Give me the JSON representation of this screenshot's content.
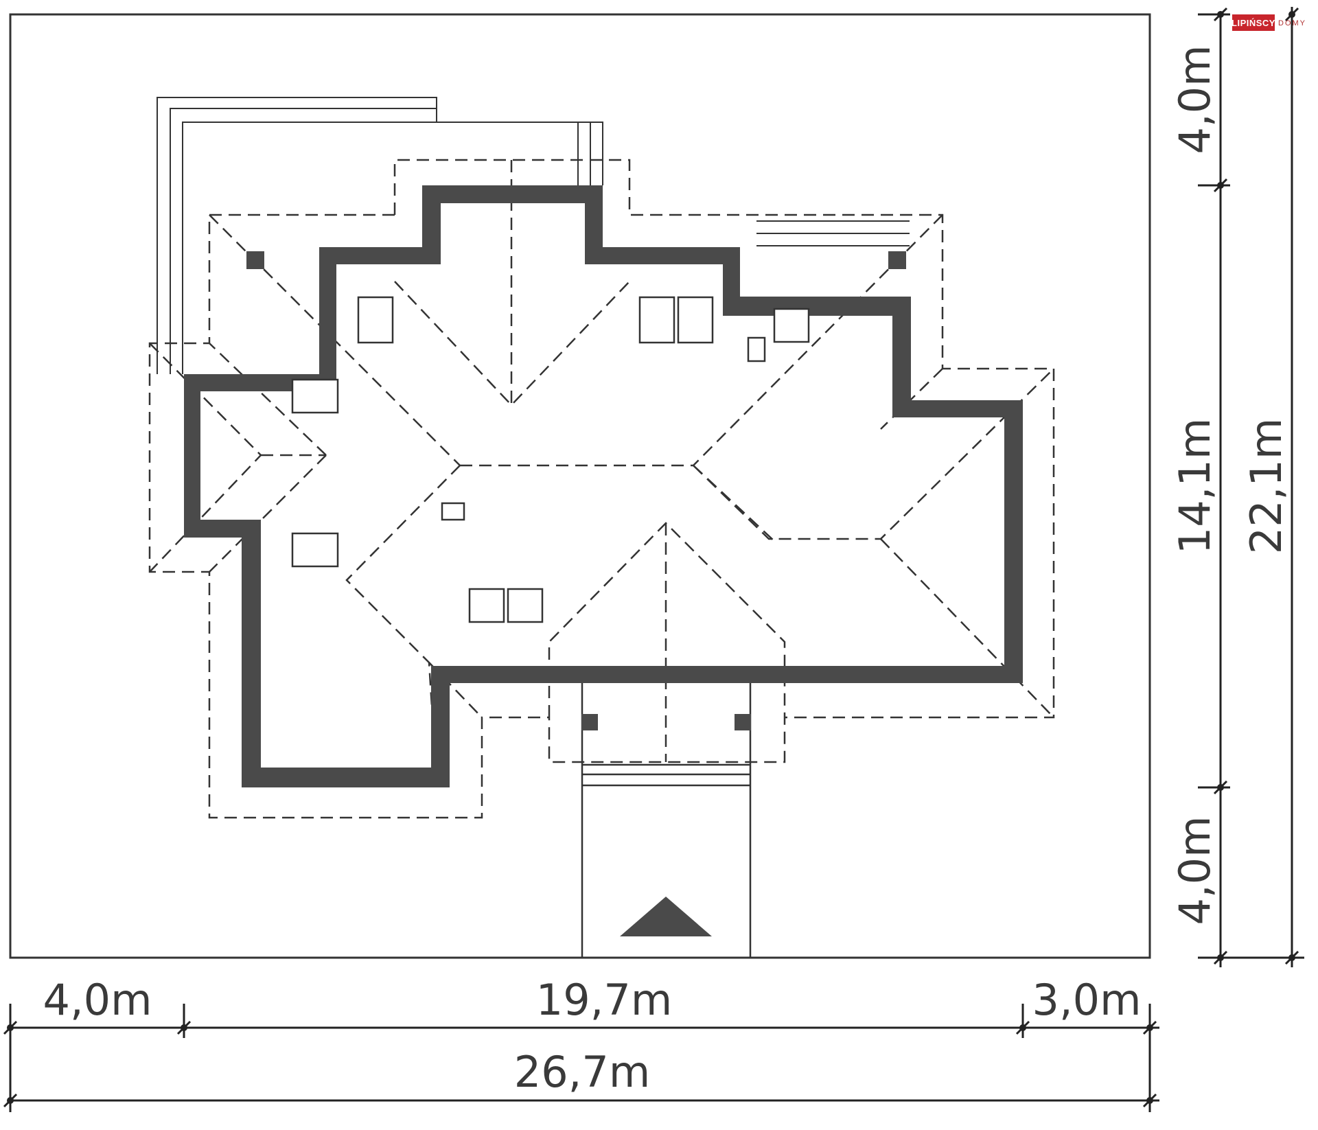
{
  "logo": {
    "brand": "LIPIŃSCY",
    "sub": "DOMY"
  },
  "dimensions": {
    "bottom": {
      "left_setback": "4,0m",
      "building_width": "19,7m",
      "right_setback": "3,0m",
      "total_width": "26,7m"
    },
    "right": {
      "top_setback": "4,0m",
      "building_depth": "14,1m",
      "bottom_setback": "4,0m",
      "total_depth": "22,1m"
    }
  },
  "colors": {
    "wall": "#4a4a4a",
    "line": "#333333",
    "accent": "#c8252c"
  }
}
